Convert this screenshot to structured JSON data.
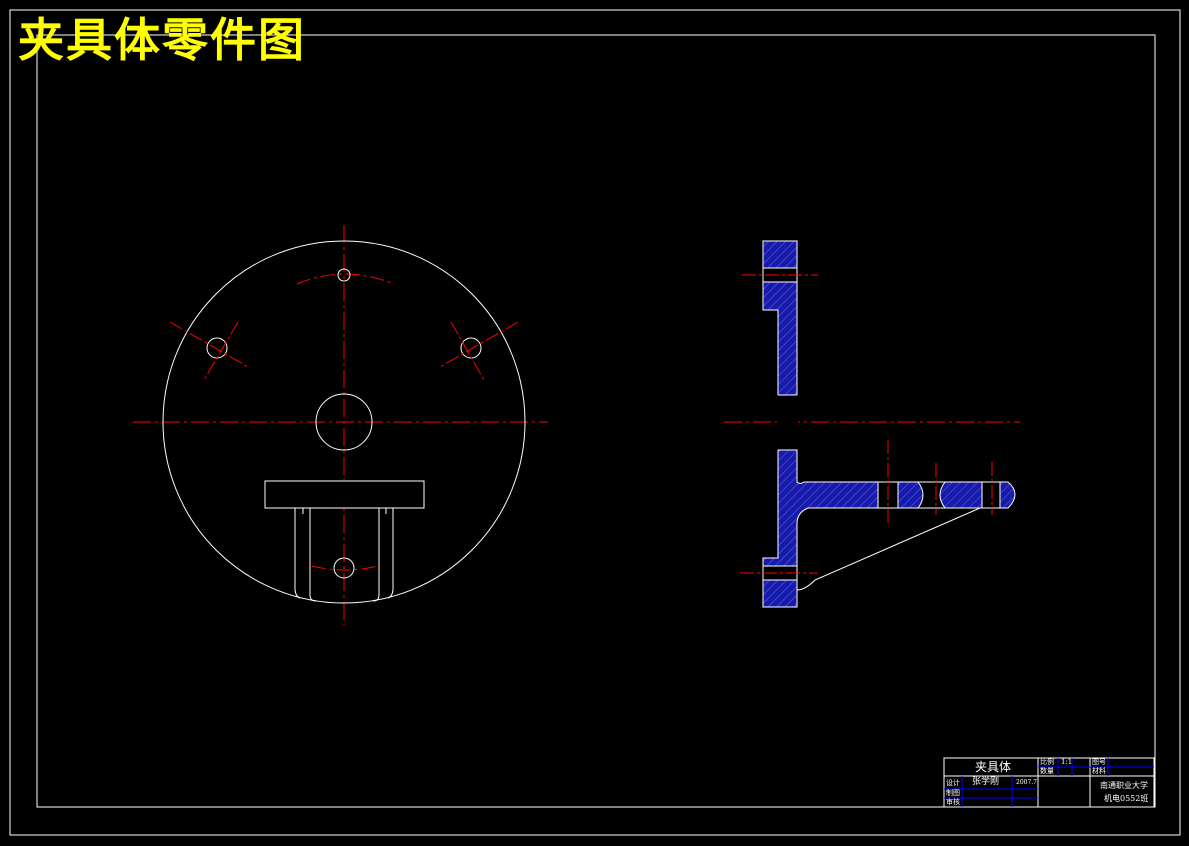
{
  "drawing": {
    "title": "夹具体零件图",
    "colors": {
      "background": "#000000",
      "outline": "#ffffff",
      "centerline": "#ff0000",
      "hatch": "#1a1aa8",
      "title_text": "#ffff00",
      "title_block_lines": "#0000ff"
    }
  },
  "title_block": {
    "part_name": "夹具体",
    "scale_label": "比例",
    "scale_value": "1:1",
    "quantity_label": "数量",
    "drawing_no_label": "图号",
    "material_label": "材料",
    "designer_label": "设计",
    "designer_name": "张学刚",
    "design_date": "2007.7",
    "drafter_label": "制图",
    "reviewer_label": "审核",
    "school": "南通职业大学",
    "class": "机电0552班"
  }
}
